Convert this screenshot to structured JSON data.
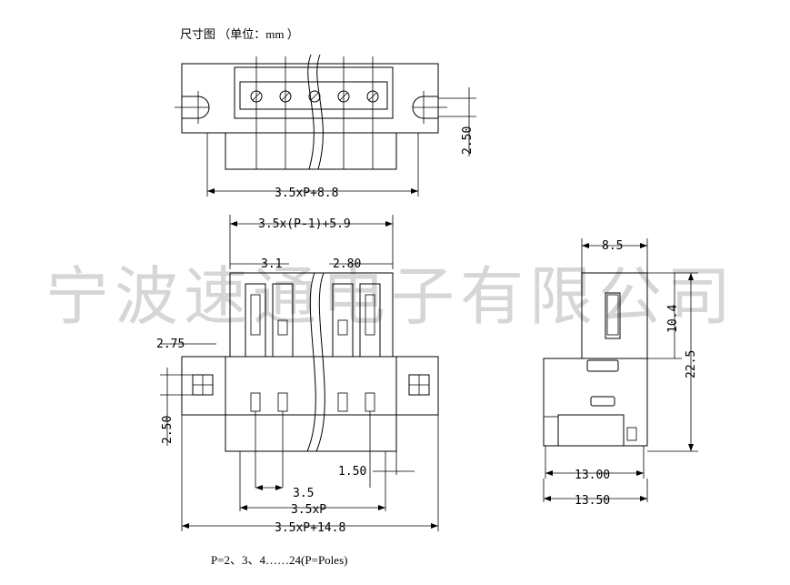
{
  "title": "尺寸图 （单位：mm ）",
  "watermark": "宁波速通电子有限公司",
  "note": "P=2、3、4……24(P=Poles)",
  "top_view": {
    "dim_width": "3.5xP+8.8",
    "dim_right": "2.50"
  },
  "front_view": {
    "dim_top": "3.5x(P-1)+5.9",
    "dim_left_pitch": "3.1",
    "dim_right_pitch": "2.80",
    "dim_left_offset": "2.75",
    "dim_left_height": "2.50",
    "dim_flange": "1.50",
    "dim_pitch": "3.5",
    "dim_span": "3.5xP",
    "dim_total": "3.5xP+14.8"
  },
  "side_view": {
    "dim_top": "8.5",
    "dim_upper": "10.4",
    "dim_height": "22.5",
    "dim_base": "13.00",
    "dim_total": "13.50"
  }
}
